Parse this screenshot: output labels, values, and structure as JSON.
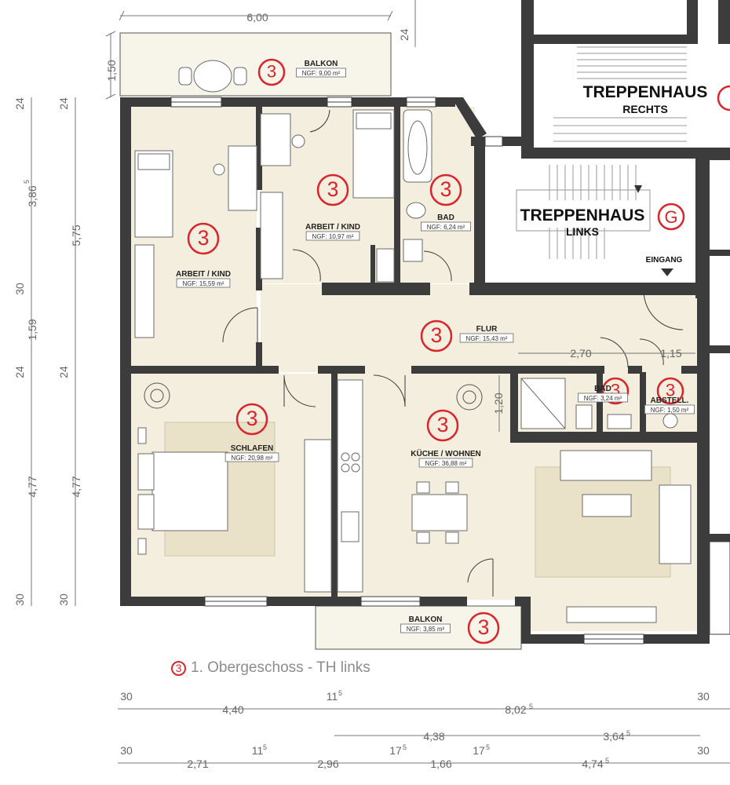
{
  "apartment_marker": "3",
  "staircase_marker": "G",
  "rooms": [
    {
      "id": "balkon-top",
      "name": "BALKON",
      "area": "NGF: 9,00 m²"
    },
    {
      "id": "arbeit-kind-1",
      "name": "ARBEIT / KIND",
      "area": "NGF: 15,59 m²"
    },
    {
      "id": "arbeit-kind-2",
      "name": "ARBEIT / KIND",
      "area": "NGF: 10,97 m²"
    },
    {
      "id": "bad-1",
      "name": "BAD",
      "area": "NGF: 6,24 m²"
    },
    {
      "id": "flur",
      "name": "FLUR",
      "area": "NGF: 15,43 m²"
    },
    {
      "id": "bad-2",
      "name": "BAD",
      "area": "NGF: 3,24 m²"
    },
    {
      "id": "abstell",
      "name": "ABSTELL.",
      "area": "NGF: 1,50 m²"
    },
    {
      "id": "schlafen",
      "name": "SCHLAFEN",
      "area": "NGF: 20,98 m²"
    },
    {
      "id": "kueche",
      "name": "KÜCHE / WOHNEN",
      "area": "NGF: 36,88 m²"
    },
    {
      "id": "balkon-bottom",
      "name": "BALKON",
      "area": "NGF: 3,85 m²"
    }
  ],
  "staircases": [
    {
      "id": "rechts",
      "title": "TREPPENHAUS",
      "sub": "RECHTS"
    },
    {
      "id": "links",
      "title": "TREPPENHAUS",
      "sub": "LINKS"
    }
  ],
  "entrance_label": "EINGANG",
  "caption": {
    "marker": "3",
    "text": "1. Obergeschoss - TH links"
  },
  "dimensions": {
    "top_width": "6,00",
    "top_right": "24",
    "balcony_depth": "1,50",
    "inner_270": "2,70",
    "inner_115": "1,15",
    "inner_120": "1,20",
    "left_col1": [
      "24",
      "3,86",
      "30",
      "1,59",
      "24",
      "4,77",
      "30"
    ],
    "left_col1_sup": "5",
    "left_col2": [
      "24",
      "5,75",
      "24",
      "4,77",
      "30"
    ],
    "bottom_row1": [
      "30",
      "4,40",
      "11",
      "8,02",
      "30"
    ],
    "bottom_row1_sup": "5",
    "bottom_row2": [
      "4,38",
      "3,64"
    ],
    "bottom_row2_sup": "5",
    "bottom_row3": [
      "30",
      "2,71",
      "11",
      "2,96",
      "17",
      "1,66",
      "17",
      "4,74",
      "30"
    ],
    "bottom_row3_sup": "5"
  },
  "colors": {
    "wall": "#3c3c3c",
    "floor": "#f3eedd",
    "marker": "#d8262c",
    "rug": "#e9e2c9",
    "dim": "#666666"
  }
}
